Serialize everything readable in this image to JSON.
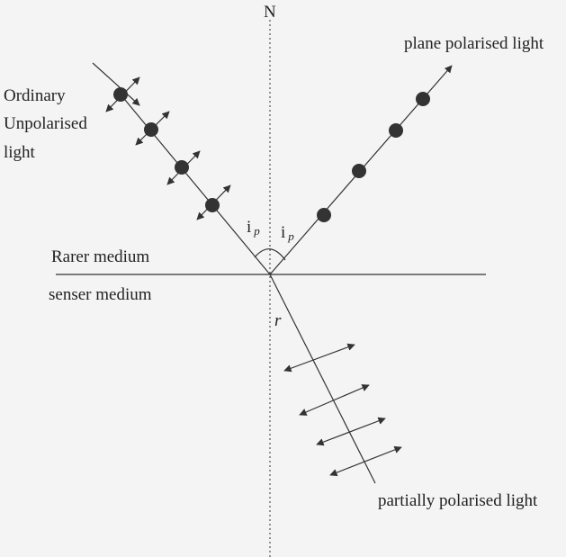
{
  "labels": {
    "normal": "N",
    "incident_line1": "Ordinary",
    "incident_line2": "Unpolarised",
    "incident_line3": "light",
    "reflected": "plane polarised light",
    "refracted": "partially polarised light",
    "rarer_medium": "Rarer medium",
    "denser_medium": "senser medium",
    "angle_base": "i",
    "angle_sub": "p",
    "refraction_angle": "r"
  },
  "colors": {
    "line": "#333333",
    "background": "#f4f4f4"
  }
}
